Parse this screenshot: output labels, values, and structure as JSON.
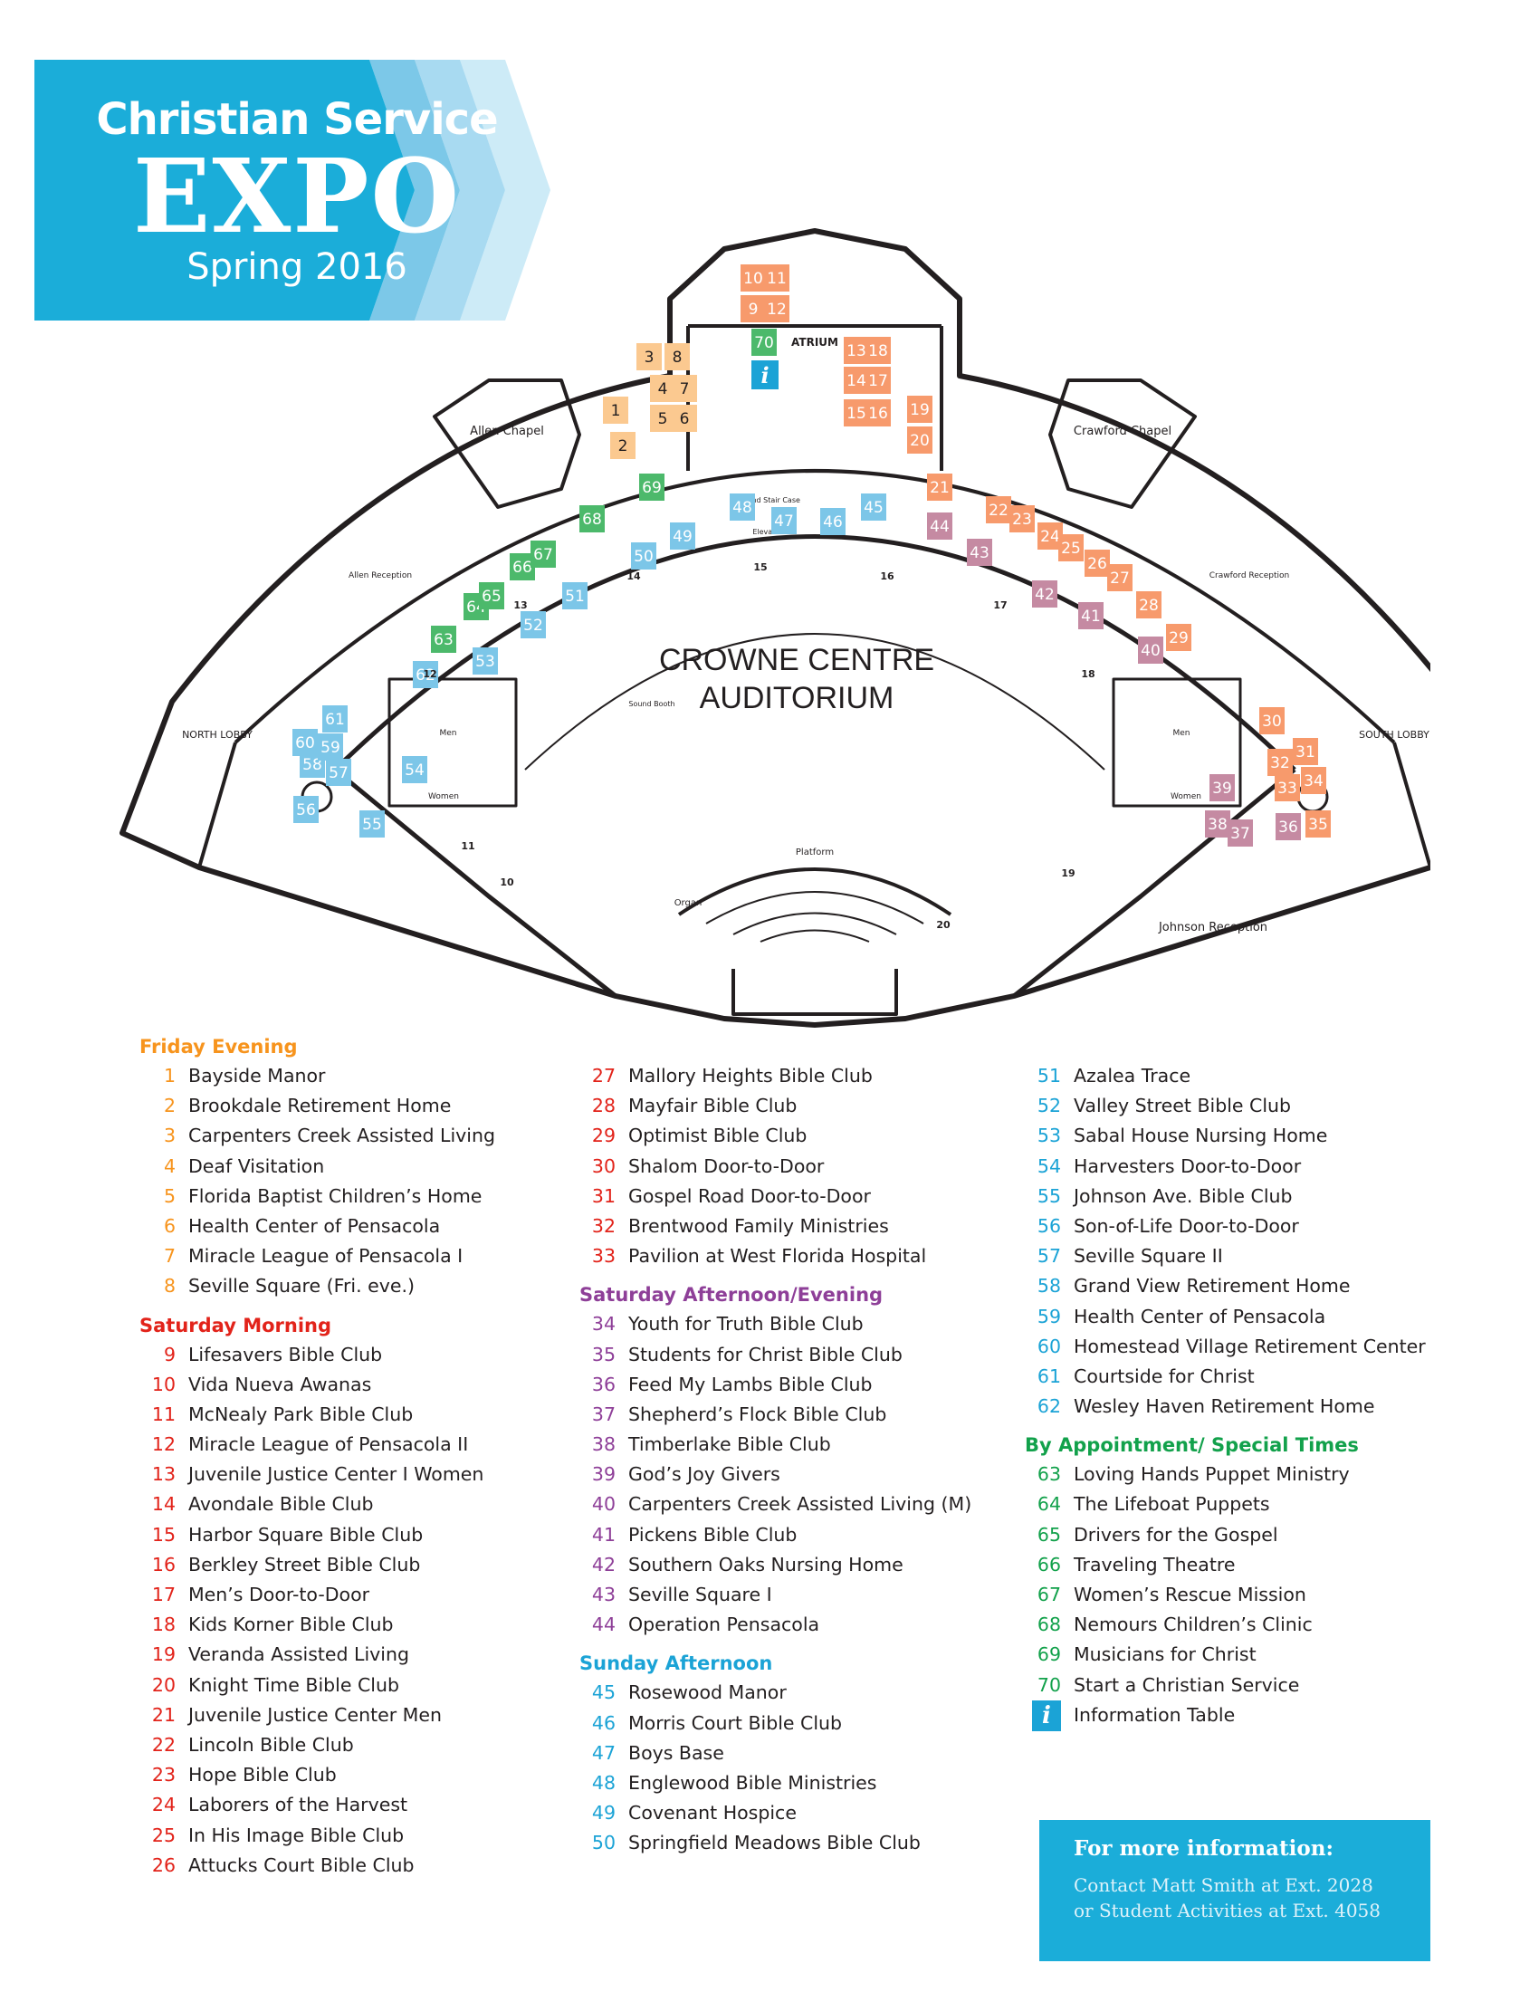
{
  "banner": {
    "title": "Christian Service",
    "expo": "EXPO",
    "subtitle": "Spring 2016",
    "color": "#1badd9",
    "chevron_colors": [
      "#7cc8e8",
      "#a8daf1",
      "#cdebf7"
    ]
  },
  "map": {
    "auditorium_name_line1": "CROWNE CENTRE",
    "auditorium_name_line2": "AUDITORIUM",
    "room_labels": {
      "atrium": "ATRIUM",
      "allen_chapel": "Allen Chapel",
      "crawford_chapel": "Crawford Chapel",
      "allen_reception": "Allen Reception",
      "crawford_reception": "Crawford Reception",
      "north_lobby": "NORTH LOBBY",
      "south_lobby": "SOUTH LOBBY",
      "johnson_reception": "Johnson Reception",
      "platform": "Platform",
      "organ": "Organ",
      "sound_booth": "Sound Booth",
      "grand_stair": "Grand Stair Case",
      "elevators": "Elevators",
      "men": "Men",
      "women": "Women"
    },
    "door_numbers": [
      "10",
      "11",
      "12",
      "13",
      "14",
      "15",
      "16",
      "17",
      "18",
      "19",
      "20"
    ],
    "colors": {
      "orange": "#f79a6c",
      "yellow": "#fbc990",
      "blue": "#7cc6e8",
      "green": "#4cb96b",
      "mauve": "#c58aa2"
    }
  },
  "legend": {
    "col1": [
      {
        "type": "head",
        "label": "Friday Evening",
        "color": "orange"
      },
      {
        "num": "1",
        "label": "Bayside Manor",
        "color": "orange"
      },
      {
        "num": "2",
        "label": "Brookdale Retirement Home",
        "color": "orange"
      },
      {
        "num": "3",
        "label": "Carpenters Creek Assisted Living",
        "color": "orange"
      },
      {
        "num": "4",
        "label": "Deaf Visitation",
        "color": "orange"
      },
      {
        "num": "5",
        "label": "Florida Baptist Children’s Home",
        "color": "orange"
      },
      {
        "num": "6",
        "label": "Health Center of Pensacola",
        "color": "orange"
      },
      {
        "num": "7",
        "label": "Miracle League of Pensacola I",
        "color": "orange"
      },
      {
        "num": "8",
        "label": "Seville Square (Fri. eve.)",
        "color": "orange"
      },
      {
        "type": "head",
        "label": "Saturday Morning",
        "color": "red"
      },
      {
        "num": "9",
        "label": "Lifesavers Bible Club",
        "color": "red"
      },
      {
        "num": "10",
        "label": "Vida Nueva Awanas",
        "color": "red"
      },
      {
        "num": "11",
        "label": "McNealy Park Bible Club",
        "color": "red"
      },
      {
        "num": "12",
        "label": "Miracle League of Pensacola II",
        "color": "red"
      },
      {
        "num": "13",
        "label": "Juvenile Justice Center I Women",
        "color": "red"
      },
      {
        "num": "14",
        "label": "Avondale Bible Club",
        "color": "red"
      },
      {
        "num": "15",
        "label": "Harbor Square Bible Club",
        "color": "red"
      },
      {
        "num": "16",
        "label": "Berkley Street Bible Club",
        "color": "red"
      },
      {
        "num": "17",
        "label": "Men’s Door-to-Door",
        "color": "red"
      },
      {
        "num": "18",
        "label": "Kids Korner Bible Club",
        "color": "red"
      },
      {
        "num": "19",
        "label": "Veranda Assisted Living",
        "color": "red"
      },
      {
        "num": "20",
        "label": "Knight Time Bible Club",
        "color": "red"
      },
      {
        "num": "21",
        "label": "Juvenile Justice Center Men",
        "color": "red"
      },
      {
        "num": "22",
        "label": "Lincoln Bible Club",
        "color": "red"
      },
      {
        "num": "23",
        "label": "Hope Bible Club",
        "color": "red"
      },
      {
        "num": "24",
        "label": "Laborers of the Harvest",
        "color": "red"
      },
      {
        "num": "25",
        "label": "In His Image Bible Club",
        "color": "red"
      },
      {
        "num": "26",
        "label": "Attucks Court Bible Club",
        "color": "red"
      }
    ],
    "col2": [
      {
        "num": "27",
        "label": "Mallory Heights Bible Club",
        "color": "red"
      },
      {
        "num": "28",
        "label": "Mayfair Bible Club",
        "color": "red"
      },
      {
        "num": "29",
        "label": "Optimist Bible Club",
        "color": "red"
      },
      {
        "num": "30",
        "label": "Shalom Door-to-Door",
        "color": "red"
      },
      {
        "num": "31",
        "label": "Gospel Road Door-to-Door",
        "color": "red"
      },
      {
        "num": "32",
        "label": "Brentwood Family Ministries",
        "color": "red"
      },
      {
        "num": "33",
        "label": "Pavilion at West Florida Hospital",
        "color": "red"
      },
      {
        "type": "head",
        "label": "Saturday Afternoon/Evening",
        "color": "purple"
      },
      {
        "num": "34",
        "label": "Youth for Truth Bible Club",
        "color": "purple"
      },
      {
        "num": "35",
        "label": "Students for Christ Bible Club",
        "color": "purple"
      },
      {
        "num": "36",
        "label": "Feed My Lambs Bible Club",
        "color": "purple"
      },
      {
        "num": "37",
        "label": "Shepherd’s Flock Bible Club",
        "color": "purple"
      },
      {
        "num": "38",
        "label": "Timberlake Bible Club",
        "color": "purple"
      },
      {
        "num": "39",
        "label": "God’s Joy Givers",
        "color": "purple"
      },
      {
        "num": "40",
        "label": "Carpenters Creek Assisted Living (M)",
        "color": "purple"
      },
      {
        "num": "41",
        "label": "Pickens Bible Club",
        "color": "purple"
      },
      {
        "num": "42",
        "label": "Southern Oaks Nursing Home",
        "color": "purple"
      },
      {
        "num": "43",
        "label": "Seville Square I",
        "color": "purple"
      },
      {
        "num": "44",
        "label": "Operation Pensacola",
        "color": "purple"
      },
      {
        "type": "head",
        "label": "Sunday Afternoon",
        "color": "blue"
      },
      {
        "num": "45",
        "label": "Rosewood Manor",
        "color": "blue"
      },
      {
        "num": "46",
        "label": "Morris Court Bible Club",
        "color": "blue"
      },
      {
        "num": "47",
        "label": "Boys Base",
        "color": "blue"
      },
      {
        "num": "48",
        "label": "Englewood Bible Ministries",
        "color": "blue"
      },
      {
        "num": "49",
        "label": "Covenant Hospice",
        "color": "blue"
      },
      {
        "num": "50",
        "label": "Springfield Meadows Bible Club",
        "color": "blue"
      }
    ],
    "col3": [
      {
        "num": "51",
        "label": "Azalea Trace",
        "color": "blue"
      },
      {
        "num": "52",
        "label": "Valley Street Bible Club",
        "color": "blue"
      },
      {
        "num": "53",
        "label": "Sabal House Nursing Home",
        "color": "blue"
      },
      {
        "num": "54",
        "label": "Harvesters Door-to-Door",
        "color": "blue"
      },
      {
        "num": "55",
        "label": "Johnson Ave. Bible Club",
        "color": "blue"
      },
      {
        "num": "56",
        "label": "Son-of-Life Door-to-Door",
        "color": "blue"
      },
      {
        "num": "57",
        "label": "Seville Square II",
        "color": "blue"
      },
      {
        "num": "58",
        "label": "Grand View Retirement Home",
        "color": "blue"
      },
      {
        "num": "59",
        "label": "Health Center of Pensacola",
        "color": "blue"
      },
      {
        "num": "60",
        "label": "Homestead Village Retirement Center",
        "color": "blue"
      },
      {
        "num": "61",
        "label": "Courtside for Christ",
        "color": "blue"
      },
      {
        "num": "62",
        "label": "Wesley Haven Retirement Home",
        "color": "blue"
      },
      {
        "type": "head",
        "label": "By Appointment/ Special Times",
        "color": "green"
      },
      {
        "num": "63",
        "label": "Loving Hands Puppet Ministry",
        "color": "green"
      },
      {
        "num": "64",
        "label": "The Lifeboat Puppets",
        "color": "green"
      },
      {
        "num": "65",
        "label": "Drivers for the Gospel",
        "color": "green"
      },
      {
        "num": "66",
        "label": "Traveling Theatre",
        "color": "green"
      },
      {
        "num": "67",
        "label": "Women’s Rescue Mission",
        "color": "green"
      },
      {
        "num": "68",
        "label": "Nemours Children’s Clinic",
        "color": "green"
      },
      {
        "num": "69",
        "label": "Musicians for Christ",
        "color": "green"
      },
      {
        "num": "70",
        "label": "Start a Christian Service",
        "color": "green"
      },
      {
        "type": "info",
        "icon": "info-icon",
        "label": "Information Table"
      }
    ]
  },
  "info_box": {
    "title": "For more information:",
    "line1": "Contact Matt Smith at Ext. 2028",
    "line2": "or Student Activities at Ext. 4058"
  }
}
